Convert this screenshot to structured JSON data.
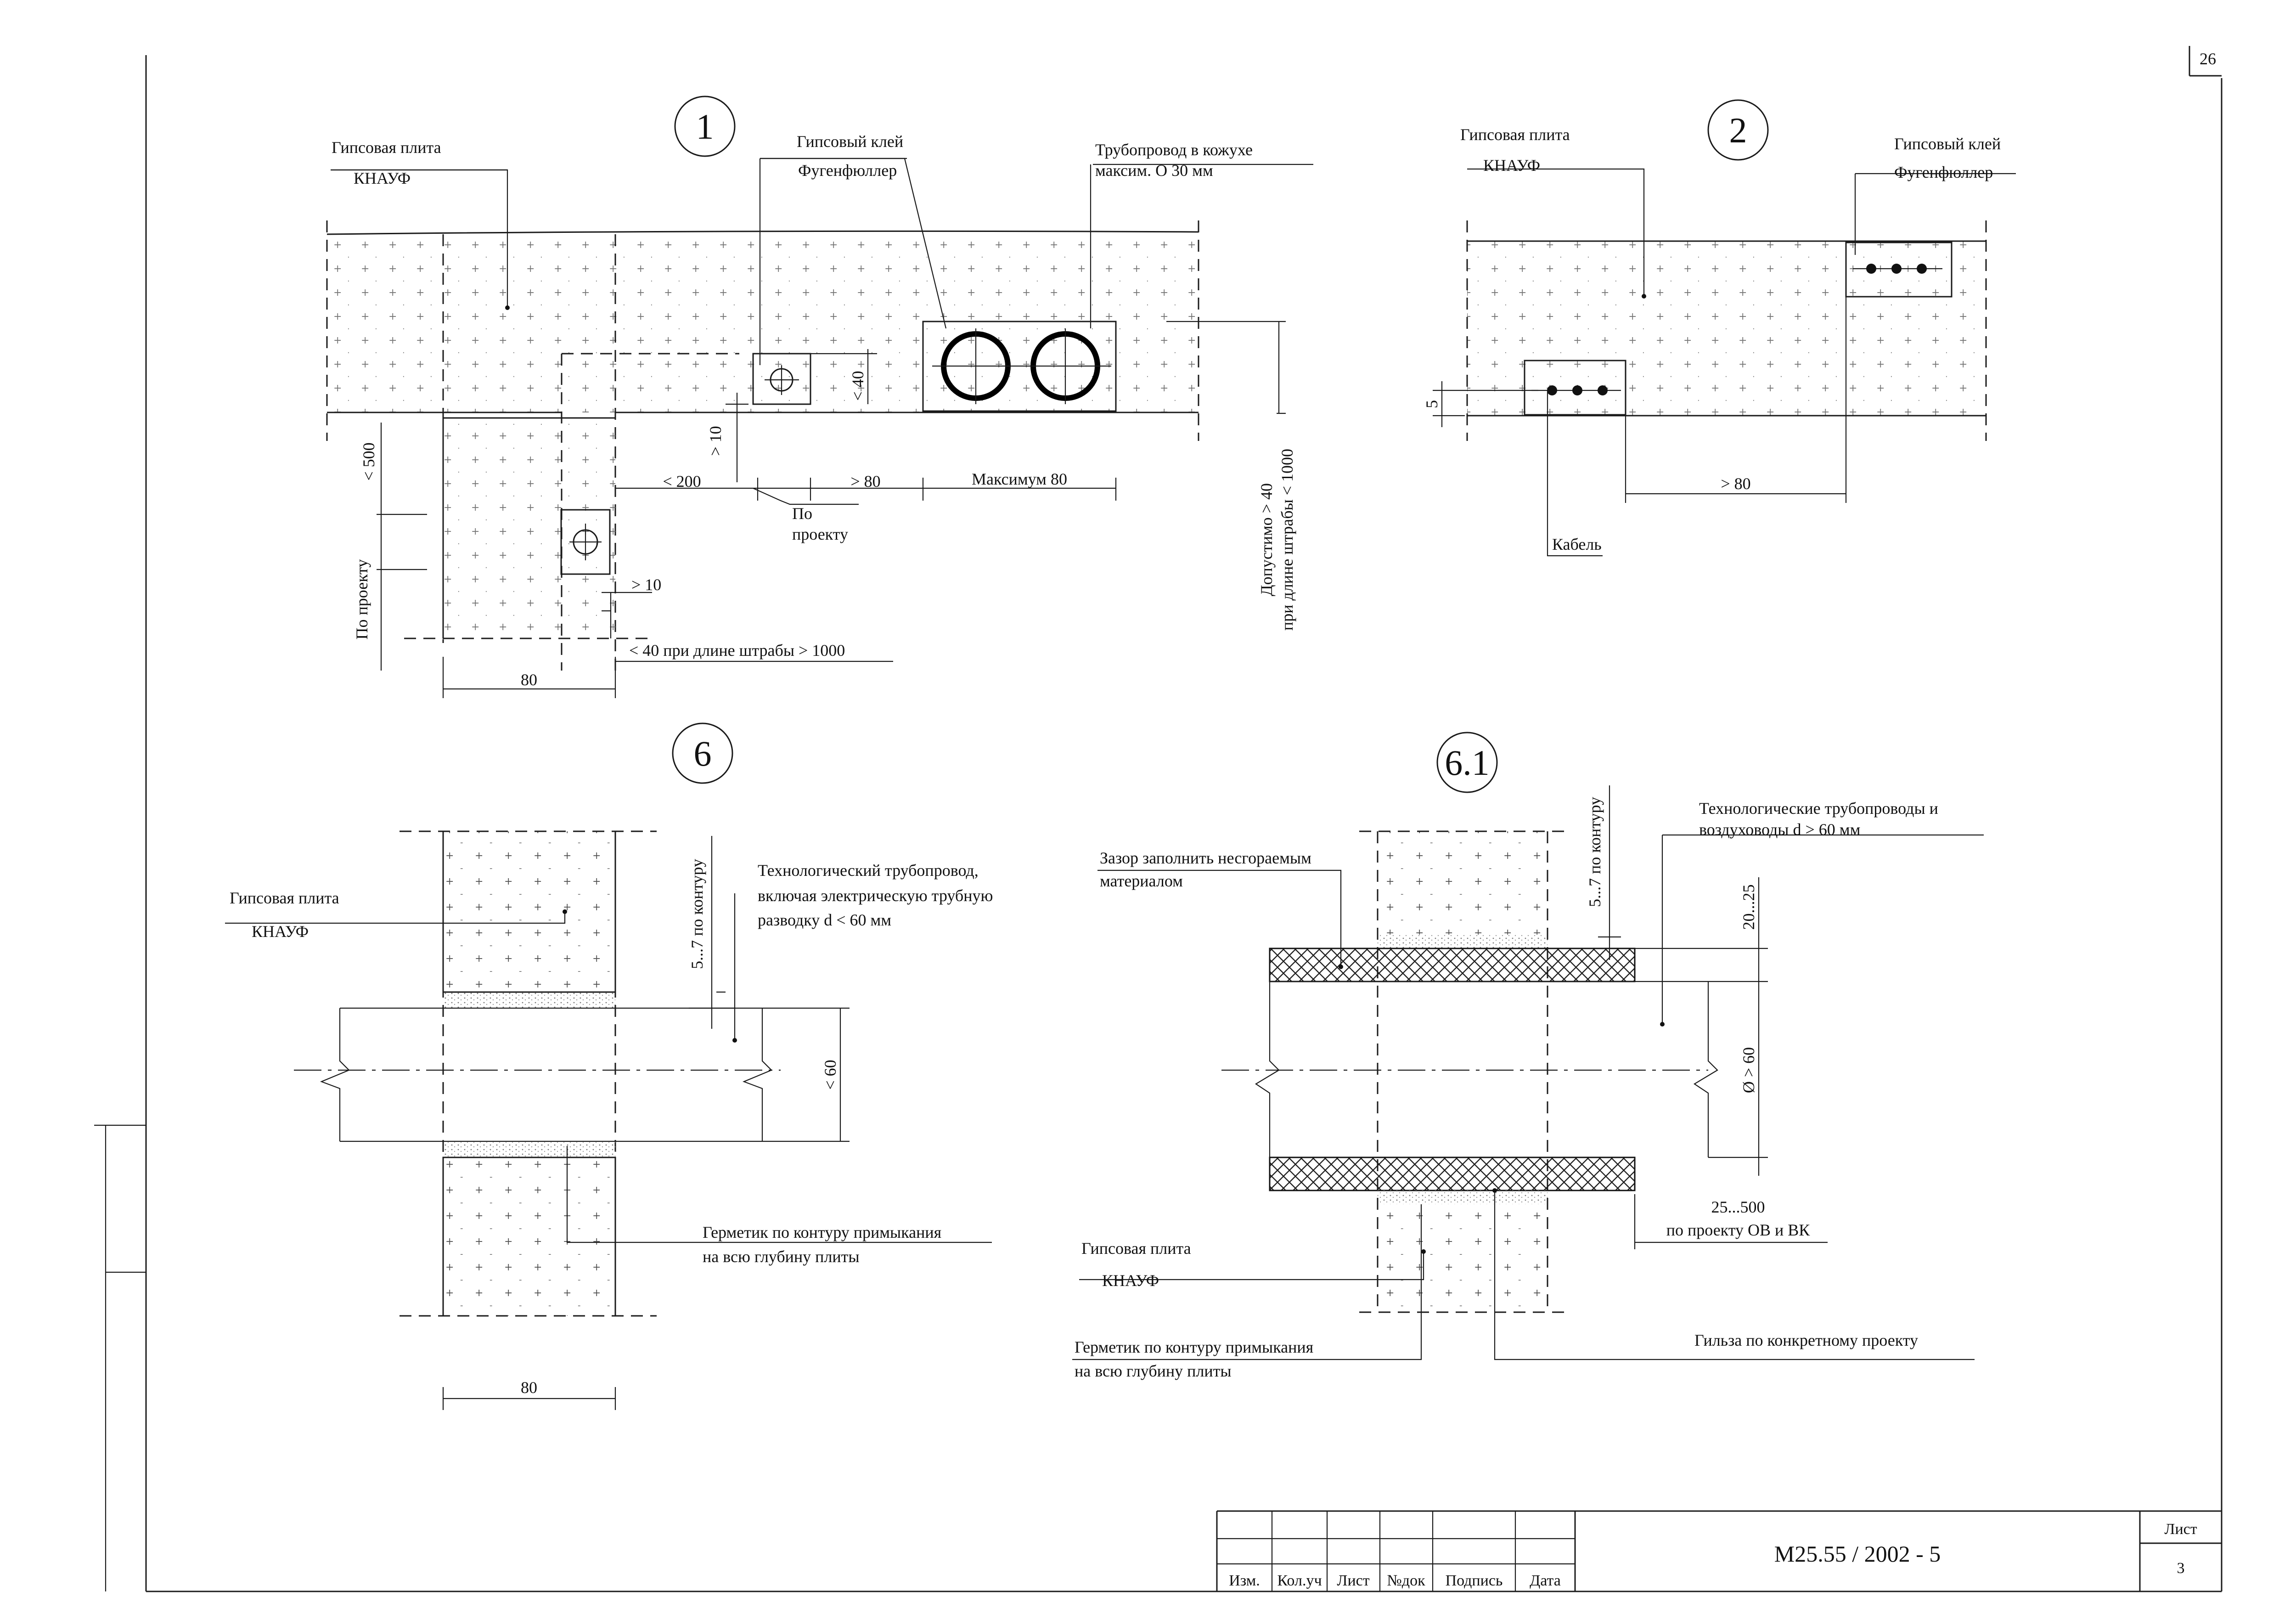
{
  "sheet_number": "26",
  "details": {
    "d1": {
      "marker": "1",
      "board_label_1": "Гипсовая плита",
      "board_label_2": "КНАУФ",
      "glue_label_1": "Гипсовый клей",
      "glue_label_2": "Фугенфюллер",
      "pipe_label_1": "Трубопровод в кожухе",
      "pipe_label_2": "максим. О 30 мм",
      "dim_lt40": "< 40",
      "dim_gt10_v": "> 10",
      "dim_lt500": "< 500",
      "dim_lt200": "< 200",
      "dim_gt80": "> 80",
      "dim_max80": "Максимум 80",
      "po_proektu_1": "По",
      "po_proektu_2": "проекту",
      "dim_gt10_h": "> 10",
      "dim_lt40_long": "< 40 при длине штрабы > 1000",
      "dim_80": "80",
      "po_proektu_v": "По проекту",
      "allow_1": "Допустимо > 40",
      "allow_2": "при длине штрабы < 1000"
    },
    "d2": {
      "marker": "2",
      "board_label_1": "Гипсовая плита",
      "board_label_2": "КНАУФ",
      "glue_label_1": "Гипсовый клей",
      "glue_label_2": "Фугенфюллер",
      "dim_5": "5",
      "dim_gt80": "> 80",
      "cable": "Кабель"
    },
    "d6": {
      "marker": "6",
      "board_label_1": "Гипсовая плита",
      "board_label_2": "КНАУФ",
      "pipe_label_1": "Технологический трубопровод,",
      "pipe_label_2": "включая электрическую трубную",
      "pipe_label_3": "разводку d < 60 мм",
      "contour": "5...7 по контуру",
      "dim_lt60": "< 60",
      "sealant_1": "Герметик по контуру примыкания",
      "sealant_2": "на всю глубину плиты",
      "dim_80": "80"
    },
    "d61": {
      "marker": "6.1",
      "gap_1": "Зазор заполнить несгораемым",
      "gap_2": "материалом",
      "contour": "5...7 по контуру",
      "pipes_1": "Технологические трубопроводы и",
      "pipes_2": "воздуховоды d > 60 мм",
      "dim_2025": "20...25",
      "dim_d60": "Ø > 60",
      "dim_25500": "25...500",
      "dim_25500_2": "по проекту ОВ и ВК",
      "board_label_1": "Гипсовая плита",
      "board_label_2": "КНАУФ",
      "sealant_1": "Герметик по контуру примыкания",
      "sealant_2": "на всю глубину плиты",
      "sleeve": "Гильза по конкретному проекту"
    }
  },
  "title_block": {
    "headers": [
      "Изм.",
      "Кол.уч",
      "Лист",
      "№док",
      "Подпись",
      "Дата"
    ],
    "doc_code": "М25.55 / 2002 - 5",
    "sheet_label": "Лист",
    "sheet_value": "3"
  }
}
